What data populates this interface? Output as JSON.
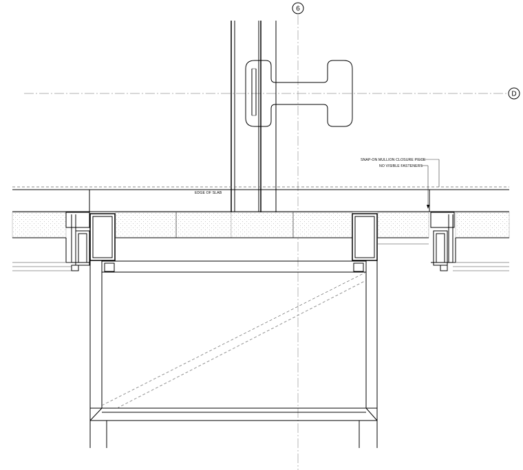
{
  "grid_lines": {
    "vertical_label": "6",
    "horizontal_label": "D"
  },
  "annotations": {
    "edge_of_slab": "EDGE OF SLAB",
    "snap_on": "SNAP-ON MULLION CLOSURE PIECE",
    "no_fasteners": "NO VISIBLE FASTENERS"
  }
}
